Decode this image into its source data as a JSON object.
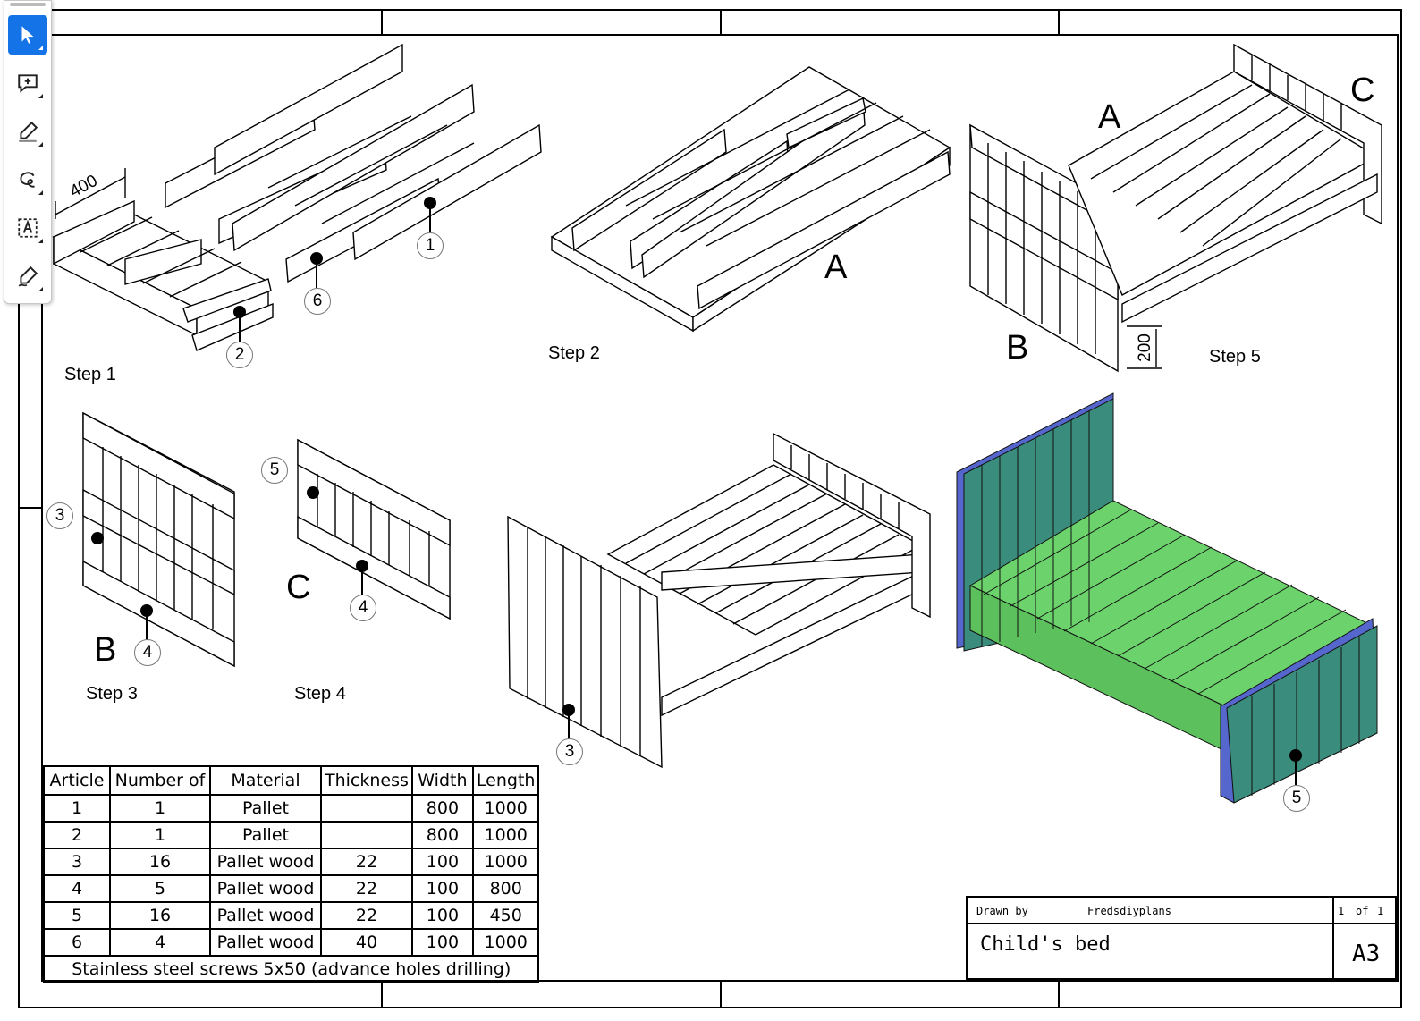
{
  "toolbar": {
    "tools": [
      {
        "name": "select-tool",
        "icon": "arrow-pointer-icon",
        "active": true
      },
      {
        "name": "add-comment-tool",
        "icon": "comment-plus-icon",
        "active": false
      },
      {
        "name": "highlight-tool",
        "icon": "highlighter-icon",
        "active": false
      },
      {
        "name": "draw-tool",
        "icon": "freehand-loop-icon",
        "active": false
      },
      {
        "name": "text-select-tool",
        "icon": "text-box-icon",
        "active": false
      },
      {
        "name": "sign-tool",
        "icon": "pen-signature-icon",
        "active": false
      }
    ],
    "accent_color": "#1473e6"
  },
  "drawing": {
    "steps": {
      "step1": "Step 1",
      "step2": "Step 2",
      "step3": "Step 3",
      "step4": "Step 4",
      "step5": "Step 5"
    },
    "part_letters": {
      "a1": "A",
      "a2": "A",
      "b1": "B",
      "b2": "B",
      "c1": "C",
      "c2": "C"
    },
    "dimensions": {
      "d400": "400",
      "d200": "200"
    },
    "callouts": {
      "c1": "1",
      "c2": "2",
      "c6": "6",
      "c3a": "3",
      "c4a": "4",
      "c5a": "5",
      "c4b": "4",
      "c3b": "3",
      "c5b": "5"
    },
    "render_colors": {
      "board": "#3a8c7c",
      "slats": "#6cd36c",
      "edge": "#5566cc"
    }
  },
  "bom": {
    "headers": [
      "Article",
      "Number of",
      "Material",
      "Thickness",
      "Width",
      "Length"
    ],
    "rows": [
      [
        "1",
        "1",
        "Pallet",
        "",
        "800",
        "1000"
      ],
      [
        "2",
        "1",
        "Pallet",
        "",
        "800",
        "1000"
      ],
      [
        "3",
        "16",
        "Pallet wood",
        "22",
        "100",
        "1000"
      ],
      [
        "4",
        "5",
        "Pallet wood",
        "22",
        "100",
        "800"
      ],
      [
        "5",
        "16",
        "Pallet wood",
        "22",
        "100",
        "450"
      ],
      [
        "6",
        "4",
        "Pallet wood",
        "40",
        "100",
        "1000"
      ]
    ],
    "footer": "Stainless steel screws 5x50 (advance holes drilling)"
  },
  "titleblock": {
    "drawn_by_label": "Drawn by",
    "drawn_by": "Fredsdiyplans",
    "page_num": "1",
    "page_of": "of",
    "page_total": "1",
    "title": "Child's bed",
    "size": "A3"
  }
}
